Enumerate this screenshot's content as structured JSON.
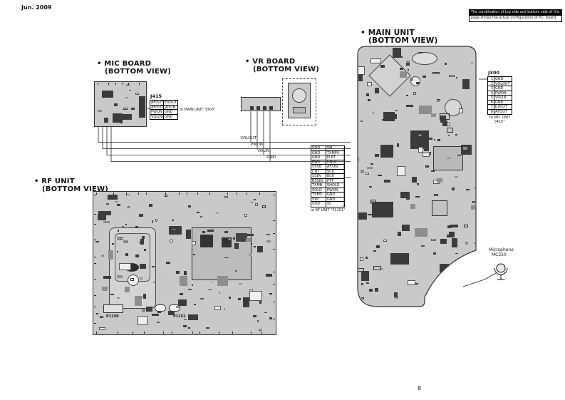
{
  "page": {
    "date": "Jun. 2009",
    "page_number": "8"
  },
  "note": {
    "line1": "The combination of top side and bottom side of this",
    "line2": "page shows the actual configuration of P.C. board."
  },
  "sections": {
    "mic_board": {
      "bullet": "•",
      "title": "MIC BOARD",
      "view": "(BOTTOM VIEW)"
    },
    "vr_board": {
      "bullet": "•",
      "title": "VR BOARD",
      "view": "(BOTTOM VIEW)"
    },
    "rf_unit": {
      "bullet": "•",
      "title": "RF UNIT",
      "view": "(BOTTOM VIEW)"
    },
    "main_unit": {
      "bullet": "•",
      "title": "MAIN UNIT",
      "view": "(BOTTOM VIEW)"
    }
  },
  "connectors": {
    "j415": {
      "label": "J415",
      "rows": [
        [
          "AFOUT",
          "EXOUT"
        ],
        [
          "AFOUT",
          "VOLIN"
        ],
        [
          "PWON",
          "GND"
        ],
        [
          "VOLOUT",
          "GND"
        ]
      ],
      "note": "to MAIN UNIT \"J300\""
    },
    "j300": {
      "label": "J300",
      "rows": [
        [
          "1",
          "GND"
        ],
        [
          "2",
          "VOLOUT"
        ],
        [
          "3",
          "GND"
        ],
        [
          "4",
          "PWON"
        ],
        [
          "5",
          "VOLIN"
        ],
        [
          "6",
          "GND"
        ],
        [
          "7",
          "EXOUT"
        ],
        [
          "8",
          "AFOUT"
        ]
      ],
      "note_line1": "to MIC UNIT",
      "note_line2": "\"J415\""
    },
    "rf_table": {
      "rows": [
        [
          "VDD",
          "5M"
        ],
        [
          "GND",
          "TXMPV"
        ],
        [
          "GND",
          "PLBT"
        ],
        [
          "PWV",
          "UNLK"
        ],
        [
          "VSVB",
          "AFXIN"
        ],
        [
          "CNT",
          "SCK"
        ],
        [
          "SSBV",
          "BCK"
        ],
        [
          "RSSIN",
          "PTT"
        ],
        [
          "TXMB",
          "SHOLD"
        ],
        [
          "SOLO",
          "PWON"
        ],
        [
          "TXMS",
          "GND"
        ],
        [
          "VDC",
          "GND"
        ],
        [
          "VDD",
          "5C"
        ]
      ],
      "note": "to RF UNIT \"P1151\""
    }
  },
  "signals": {
    "labels": [
      "VOLOUT",
      "PWON",
      "VOLIN",
      "GND"
    ]
  },
  "rf_labels": {
    "p1150": "P1150",
    "p1151": "P1151"
  },
  "microphone": {
    "name": "Microphone",
    "model": "MC250"
  }
}
